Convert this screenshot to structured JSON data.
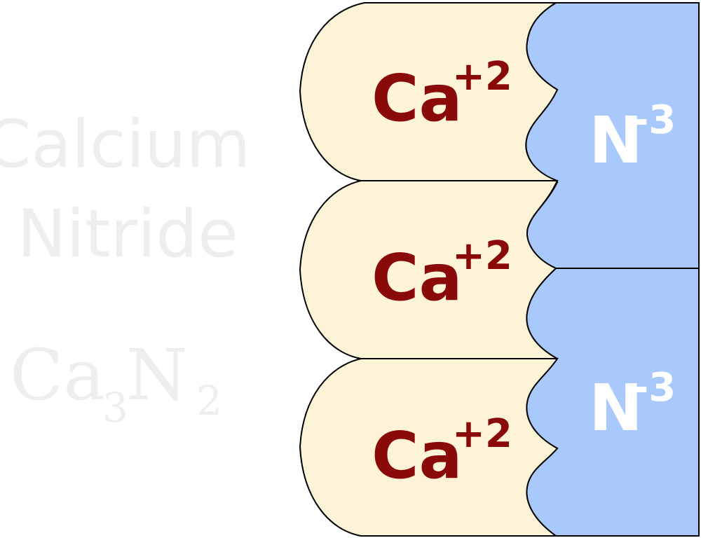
{
  "title_lines": [
    "Calcium",
    "Nitride"
  ],
  "formula": {
    "element_1": "Ca",
    "subscript_1": "3",
    "element_2": "N",
    "subscript_2": "2"
  },
  "cation": {
    "symbol": "Ca",
    "charge": "+2"
  },
  "anion": {
    "symbol": "N",
    "charge": "-3"
  },
  "colors": {
    "cation_fill": "#fdf3d6",
    "anion_fill": "#a9c8fb",
    "cation_text": "#8a0a0a",
    "anion_text": "#ffffff",
    "watermark": "#eeeeee"
  }
}
